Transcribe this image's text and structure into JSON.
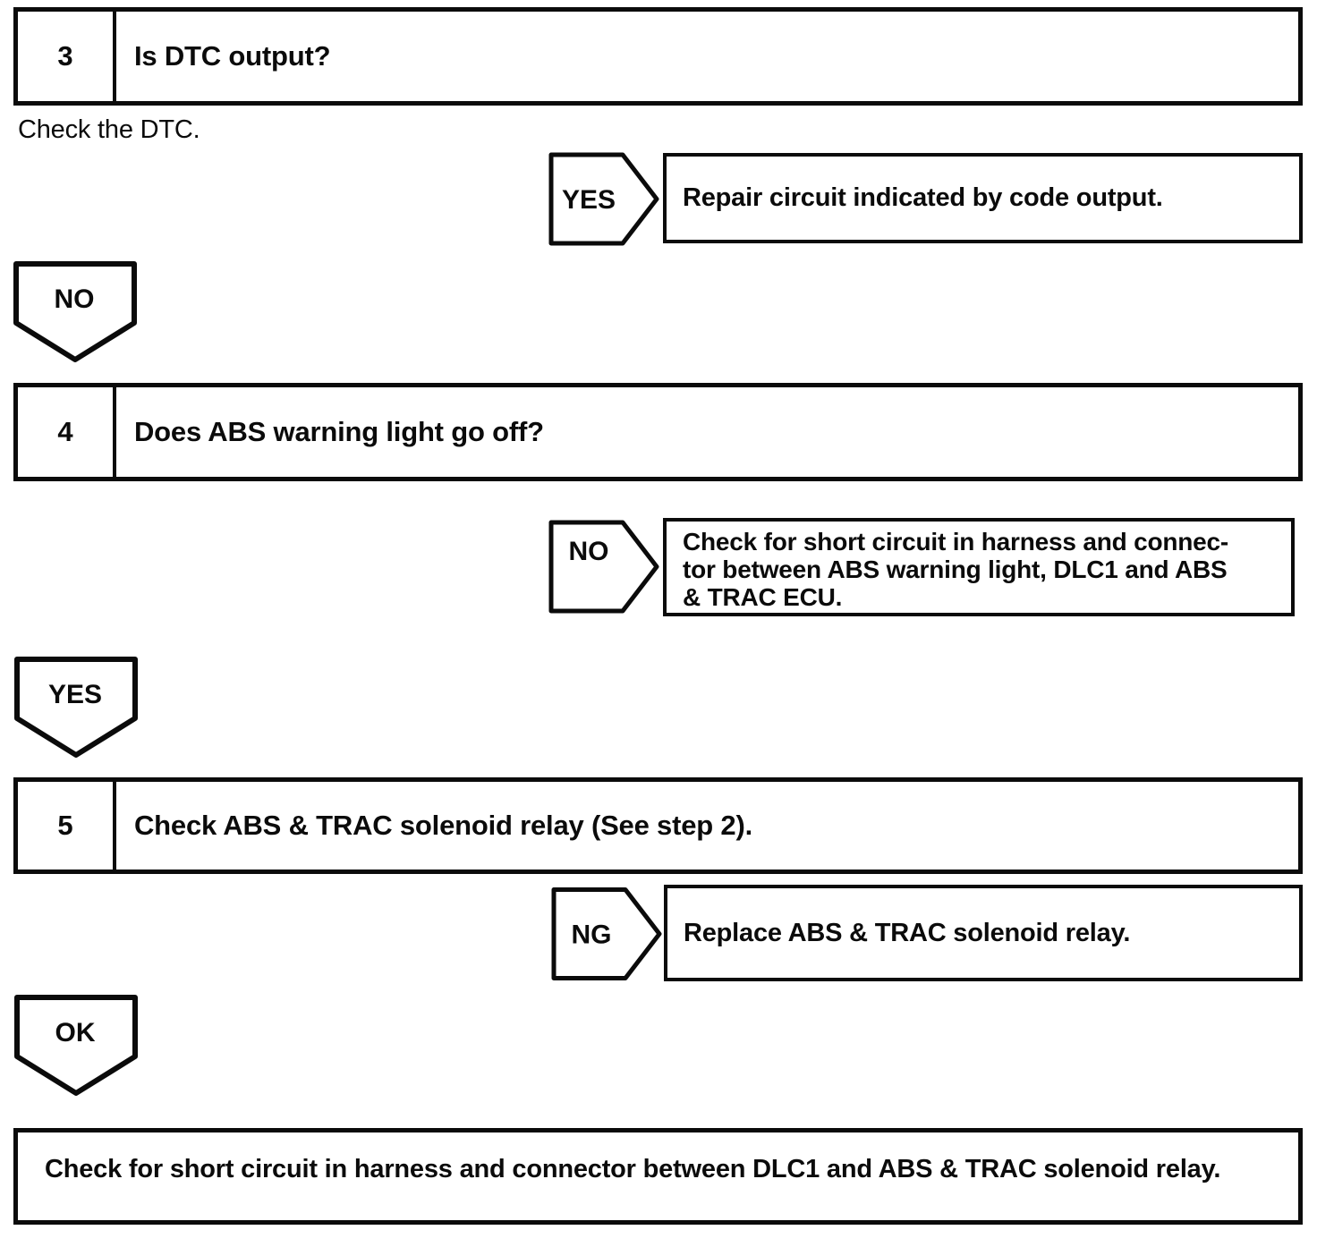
{
  "flow": {
    "step3": {
      "number": "3",
      "title": "Is DTC output?"
    },
    "note": "Check the DTC.",
    "branch_yes": {
      "label": "YES",
      "action": "Repair circuit indicated by code output."
    },
    "continue_no": {
      "label": "NO"
    },
    "step4": {
      "number": "4",
      "title": "Does ABS warning light go off?"
    },
    "branch_no": {
      "label": "NO",
      "action": [
        "Check for short circuit in harness and connec-",
        "tor between ABS warning light, DLC1 and ABS",
        "& TRAC ECU."
      ]
    },
    "continue_yes": {
      "label": "YES"
    },
    "step5": {
      "number": "5",
      "title": "Check ABS & TRAC solenoid relay (See step 2)."
    },
    "branch_ng": {
      "label": "NG",
      "action": "Replace ABS & TRAC solenoid relay."
    },
    "continue_ok": {
      "label": "OK"
    },
    "final": {
      "text": "Check for short circuit in harness and connector between DLC1 and ABS & TRAC solenoid relay."
    }
  },
  "colors": {
    "ink": "#0b0b0b",
    "paper": "#ffffff"
  }
}
